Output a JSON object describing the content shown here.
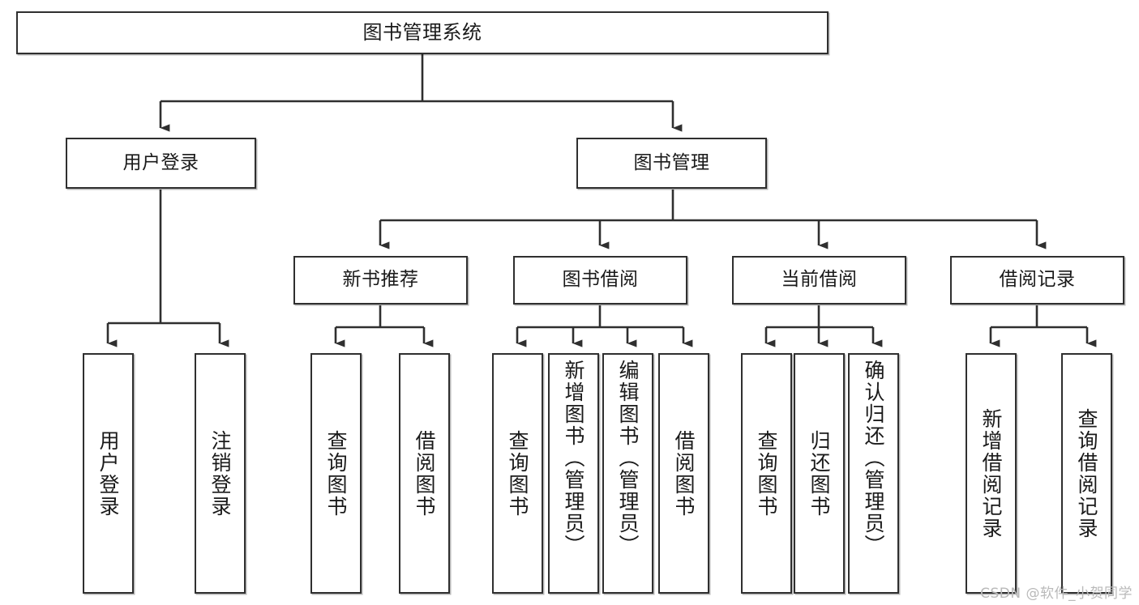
{
  "diagram": {
    "title": "图书管理系统",
    "type": "tree-hierarchy-diagram",
    "colors": {
      "box_border": "#2f2f2f",
      "box_fill": "#ffffff",
      "edge": "#2f2f2f",
      "text": "#1a1a1a",
      "background": "#ffffff",
      "watermark": "#b9b9b9"
    },
    "root": {
      "label": "图书管理系统"
    },
    "level2": [
      {
        "label": "用户登录"
      },
      {
        "label": "图书管理"
      }
    ],
    "level3": [
      {
        "label": "新书推荐"
      },
      {
        "label": "图书借阅"
      },
      {
        "label": "当前借阅"
      },
      {
        "label": "借阅记录"
      }
    ],
    "leaves": {
      "user_login": [
        {
          "label": "用户登录"
        },
        {
          "label": "注销登录"
        }
      ],
      "new_book_recommend": [
        {
          "label": "查询图书"
        },
        {
          "label": "借阅图书"
        }
      ],
      "book_borrow": [
        {
          "label": "查询图书"
        },
        {
          "label": "新增图书（管理员）"
        },
        {
          "label": "编辑图书（管理员）"
        },
        {
          "label": "借阅图书"
        }
      ],
      "current_borrow": [
        {
          "label": "查询图书"
        },
        {
          "label": "归还图书"
        },
        {
          "label": "确认归还（管理员）"
        }
      ],
      "borrow_record": [
        {
          "label": "新增借阅记录"
        },
        {
          "label": "查询借阅记录"
        }
      ]
    }
  },
  "watermark": {
    "text": "CSDN @软件_小贺同学"
  }
}
